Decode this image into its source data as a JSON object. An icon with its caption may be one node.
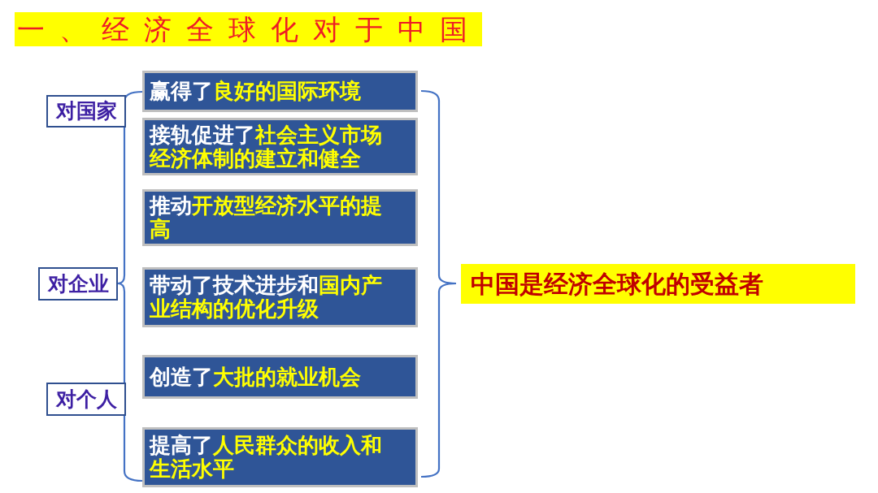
{
  "diagram": {
    "title": "一、经济全球化对于中国",
    "nodes": [
      {
        "text": [
          "对国家"
        ]
      },
      {
        "text": [
          "对企业"
        ]
      },
      {
        "text": [
          "对个人"
        ]
      },
      {
        "text": [
          "赢得了**良好的国际环境**"
        ]
      },
      {
        "text": [
          "接轨促进了**社会主义市场经济体制的建立和健全**"
        ]
      },
      {
        "text": [
          "推动**开放型经济水平的提高**"
        ]
      },
      {
        "text": [
          "带动了技术进步和**国内产业结构的优化升级**"
        ]
      },
      {
        "text": [
          "创造了**大批的就业机会**"
        ]
      },
      {
        "text": [
          "提高了**人民群众的收入和生活水平**"
        ]
      },
      {
        "text": [
          "中国是经济全球化的受益者"
        ]
      }
    ]
  }
}
